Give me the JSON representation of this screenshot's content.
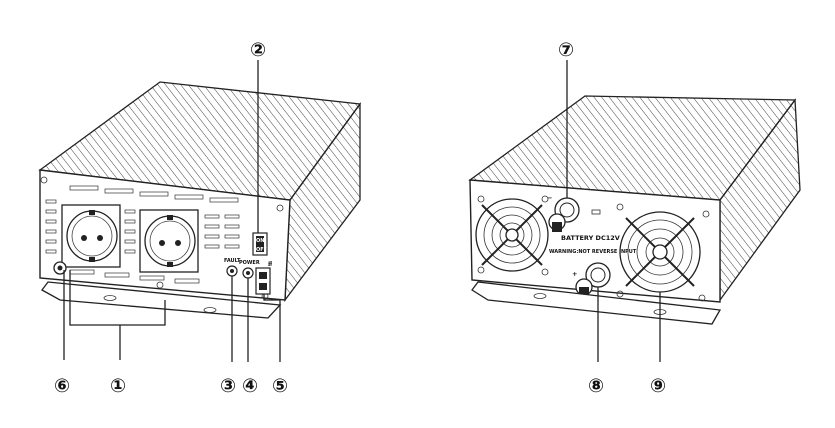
{
  "callouts": [
    {
      "id": "1",
      "label": "①"
    },
    {
      "id": "2",
      "label": "②"
    },
    {
      "id": "3",
      "label": "③"
    },
    {
      "id": "4",
      "label": "④"
    },
    {
      "id": "5",
      "label": "⑤"
    },
    {
      "id": "6",
      "label": "⑥"
    },
    {
      "id": "7",
      "label": "⑦"
    },
    {
      "id": "8",
      "label": "⑧"
    },
    {
      "id": "9",
      "label": "⑨"
    }
  ],
  "front_panel": {
    "fault_label": "FAULT",
    "power_label": "POWER",
    "switch_on": "ON",
    "switch_off": "OFF",
    "usb_symbol": "⭿"
  },
  "rear_panel": {
    "battery_label": "BATTERY DC12V",
    "warning_label": "WARNING:NOT REVERSE INPUT",
    "plus_sign": "+",
    "minus_sign": "−"
  }
}
